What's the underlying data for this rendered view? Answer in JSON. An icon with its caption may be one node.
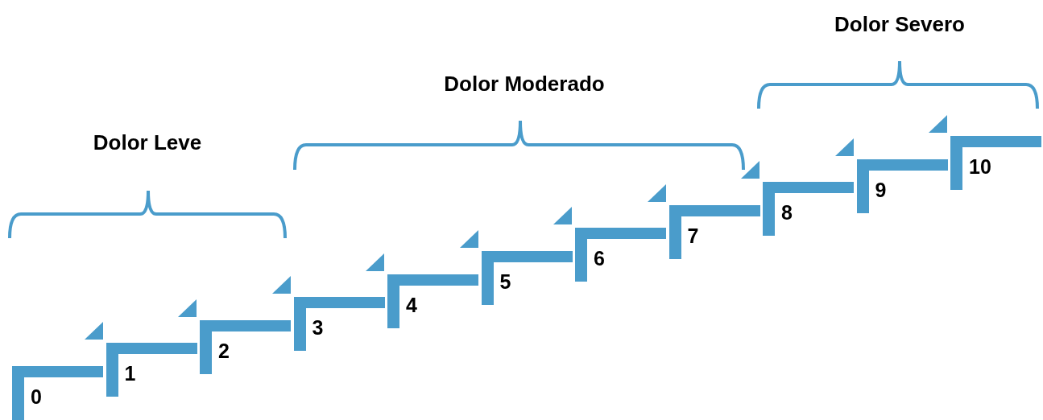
{
  "diagram": {
    "nodes": [
      {
        "text": [
          "0"
        ]
      },
      {
        "text": [
          "1"
        ]
      },
      {
        "text": [
          "2"
        ]
      },
      {
        "text": [
          "3"
        ]
      },
      {
        "text": [
          "4"
        ]
      },
      {
        "text": [
          "5"
        ]
      },
      {
        "text": [
          "6"
        ]
      },
      {
        "text": [
          "7"
        ]
      },
      {
        "text": [
          "8"
        ]
      },
      {
        "text": [
          "9"
        ]
      },
      {
        "text": [
          "10"
        ]
      }
    ],
    "labels": [
      "Dolor Severo",
      "Dolor Moderado",
      "Dolor Leve"
    ]
  }
}
